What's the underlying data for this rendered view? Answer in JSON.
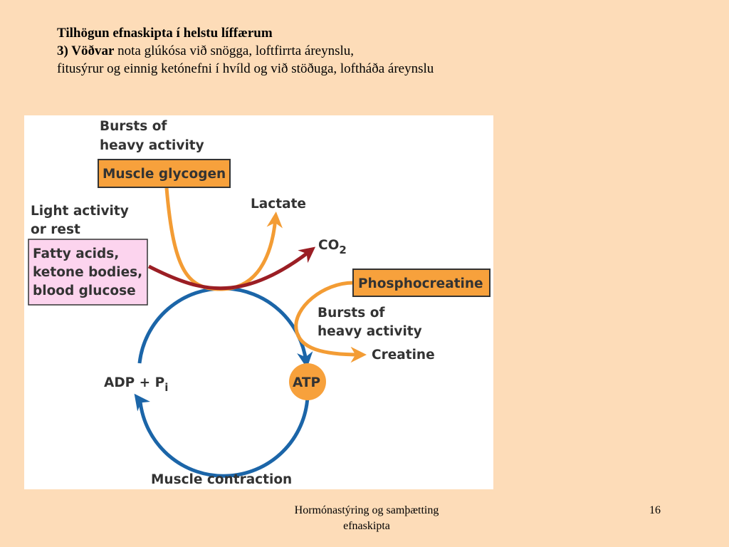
{
  "slide": {
    "title": "Tilhögun efnaskipta í helstu líffærum",
    "subtitle_bold": "3) Vöðvar",
    "subtitle_rest": " nota glúkósa við snögga, loftfirrta áreynslu,",
    "line3": "fitusýrur og einnig ketónefni í hvíld og við stöðuga, loftháða áreynslu"
  },
  "diagram": {
    "bursts_top": [
      "Bursts of",
      "heavy activity"
    ],
    "muscle_glycogen": "Muscle glycogen",
    "lactate": "Lactate",
    "light_activity": [
      "Light activity",
      "or rest"
    ],
    "fuels": [
      "Fatty acids,",
      "ketone bodies,",
      "blood glucose"
    ],
    "co2": "CO",
    "co2_sub": "2",
    "phosphocreatine": "Phosphocreatine",
    "bursts_right": [
      "Bursts of",
      "heavy activity"
    ],
    "creatine": "Creatine",
    "atp": "ATP",
    "adp": "ADP + P",
    "adp_sub": "i",
    "muscle_contraction": "Muscle contraction",
    "colors": {
      "orange": "#F39C34",
      "orange_fill": "#F7A13C",
      "pink_fill": "#FCD4EE",
      "blue": "#1B65A8",
      "red": "#9B1E24",
      "text": "#333333"
    }
  },
  "footer": {
    "line1": "Hormónastýring og samþætting",
    "line2": "efnaskipta",
    "page_number": "16"
  }
}
